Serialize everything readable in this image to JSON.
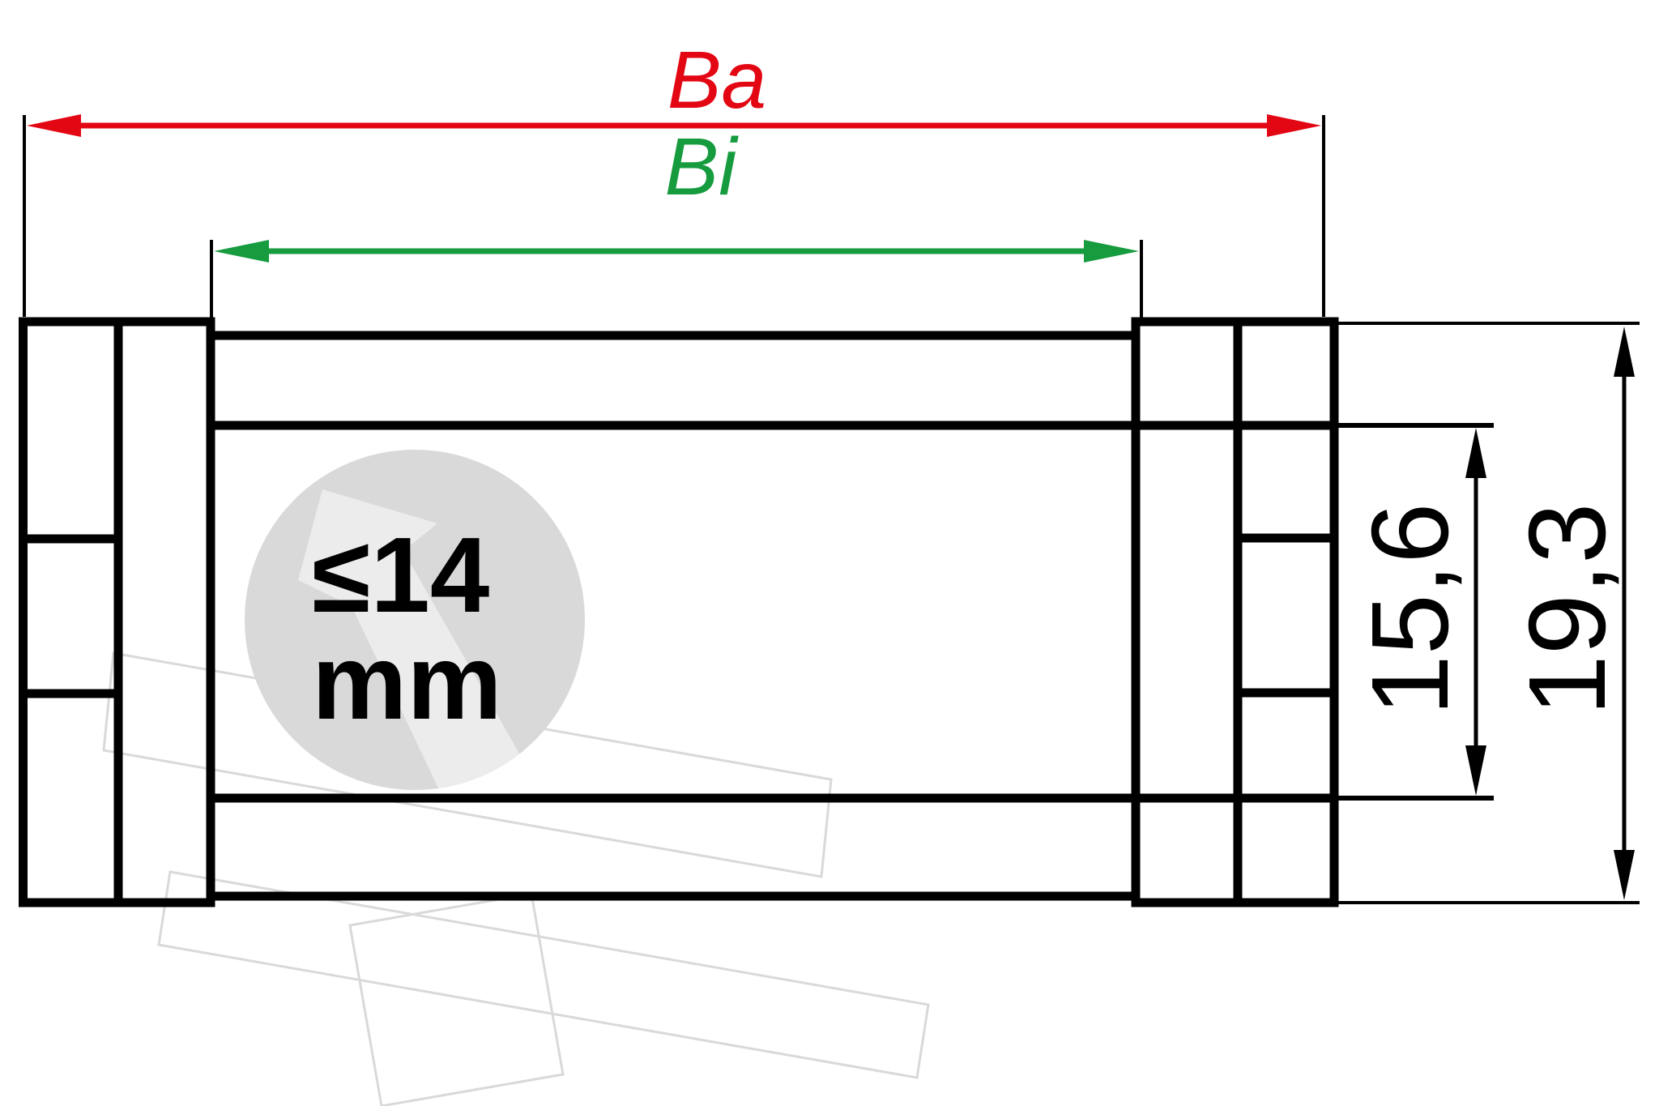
{
  "drawing": {
    "type_note": "cross-section technical drawing of cable carrier link",
    "dimensions": {
      "outer_width": {
        "label": "Ba"
      },
      "inner_width": {
        "label": "Bi"
      },
      "inner_height": {
        "value": "15,6"
      },
      "outer_height": {
        "value": "19,3"
      }
    },
    "cable_note": {
      "line1": "≤14",
      "line2": "mm"
    },
    "colors": {
      "background": "#ffffff",
      "line": "#000000",
      "dimension_red": "#e30613",
      "dimension_green": "#169b3e",
      "watermark_gray": "#d9d9d9",
      "watermark_light": "#ebeceb"
    }
  }
}
